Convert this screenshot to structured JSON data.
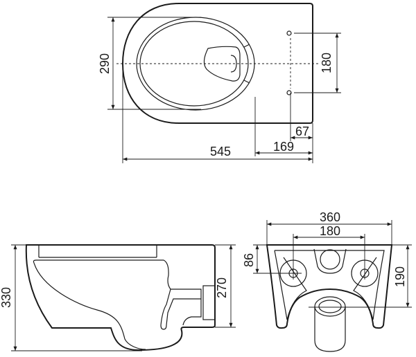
{
  "top_view": {
    "dim_seat_width": "290",
    "dim_fixing_spacing": "180",
    "dim_fixing_offset": "67",
    "dim_seat_to_wall": "169",
    "dim_length": "545"
  },
  "side_view": {
    "dim_total_height": "330",
    "dim_body_height": "270"
  },
  "back_view": {
    "dim_width": "360",
    "dim_fixing_spacing": "180",
    "dim_fixing_height": "86",
    "dim_outlet_height": "190"
  }
}
